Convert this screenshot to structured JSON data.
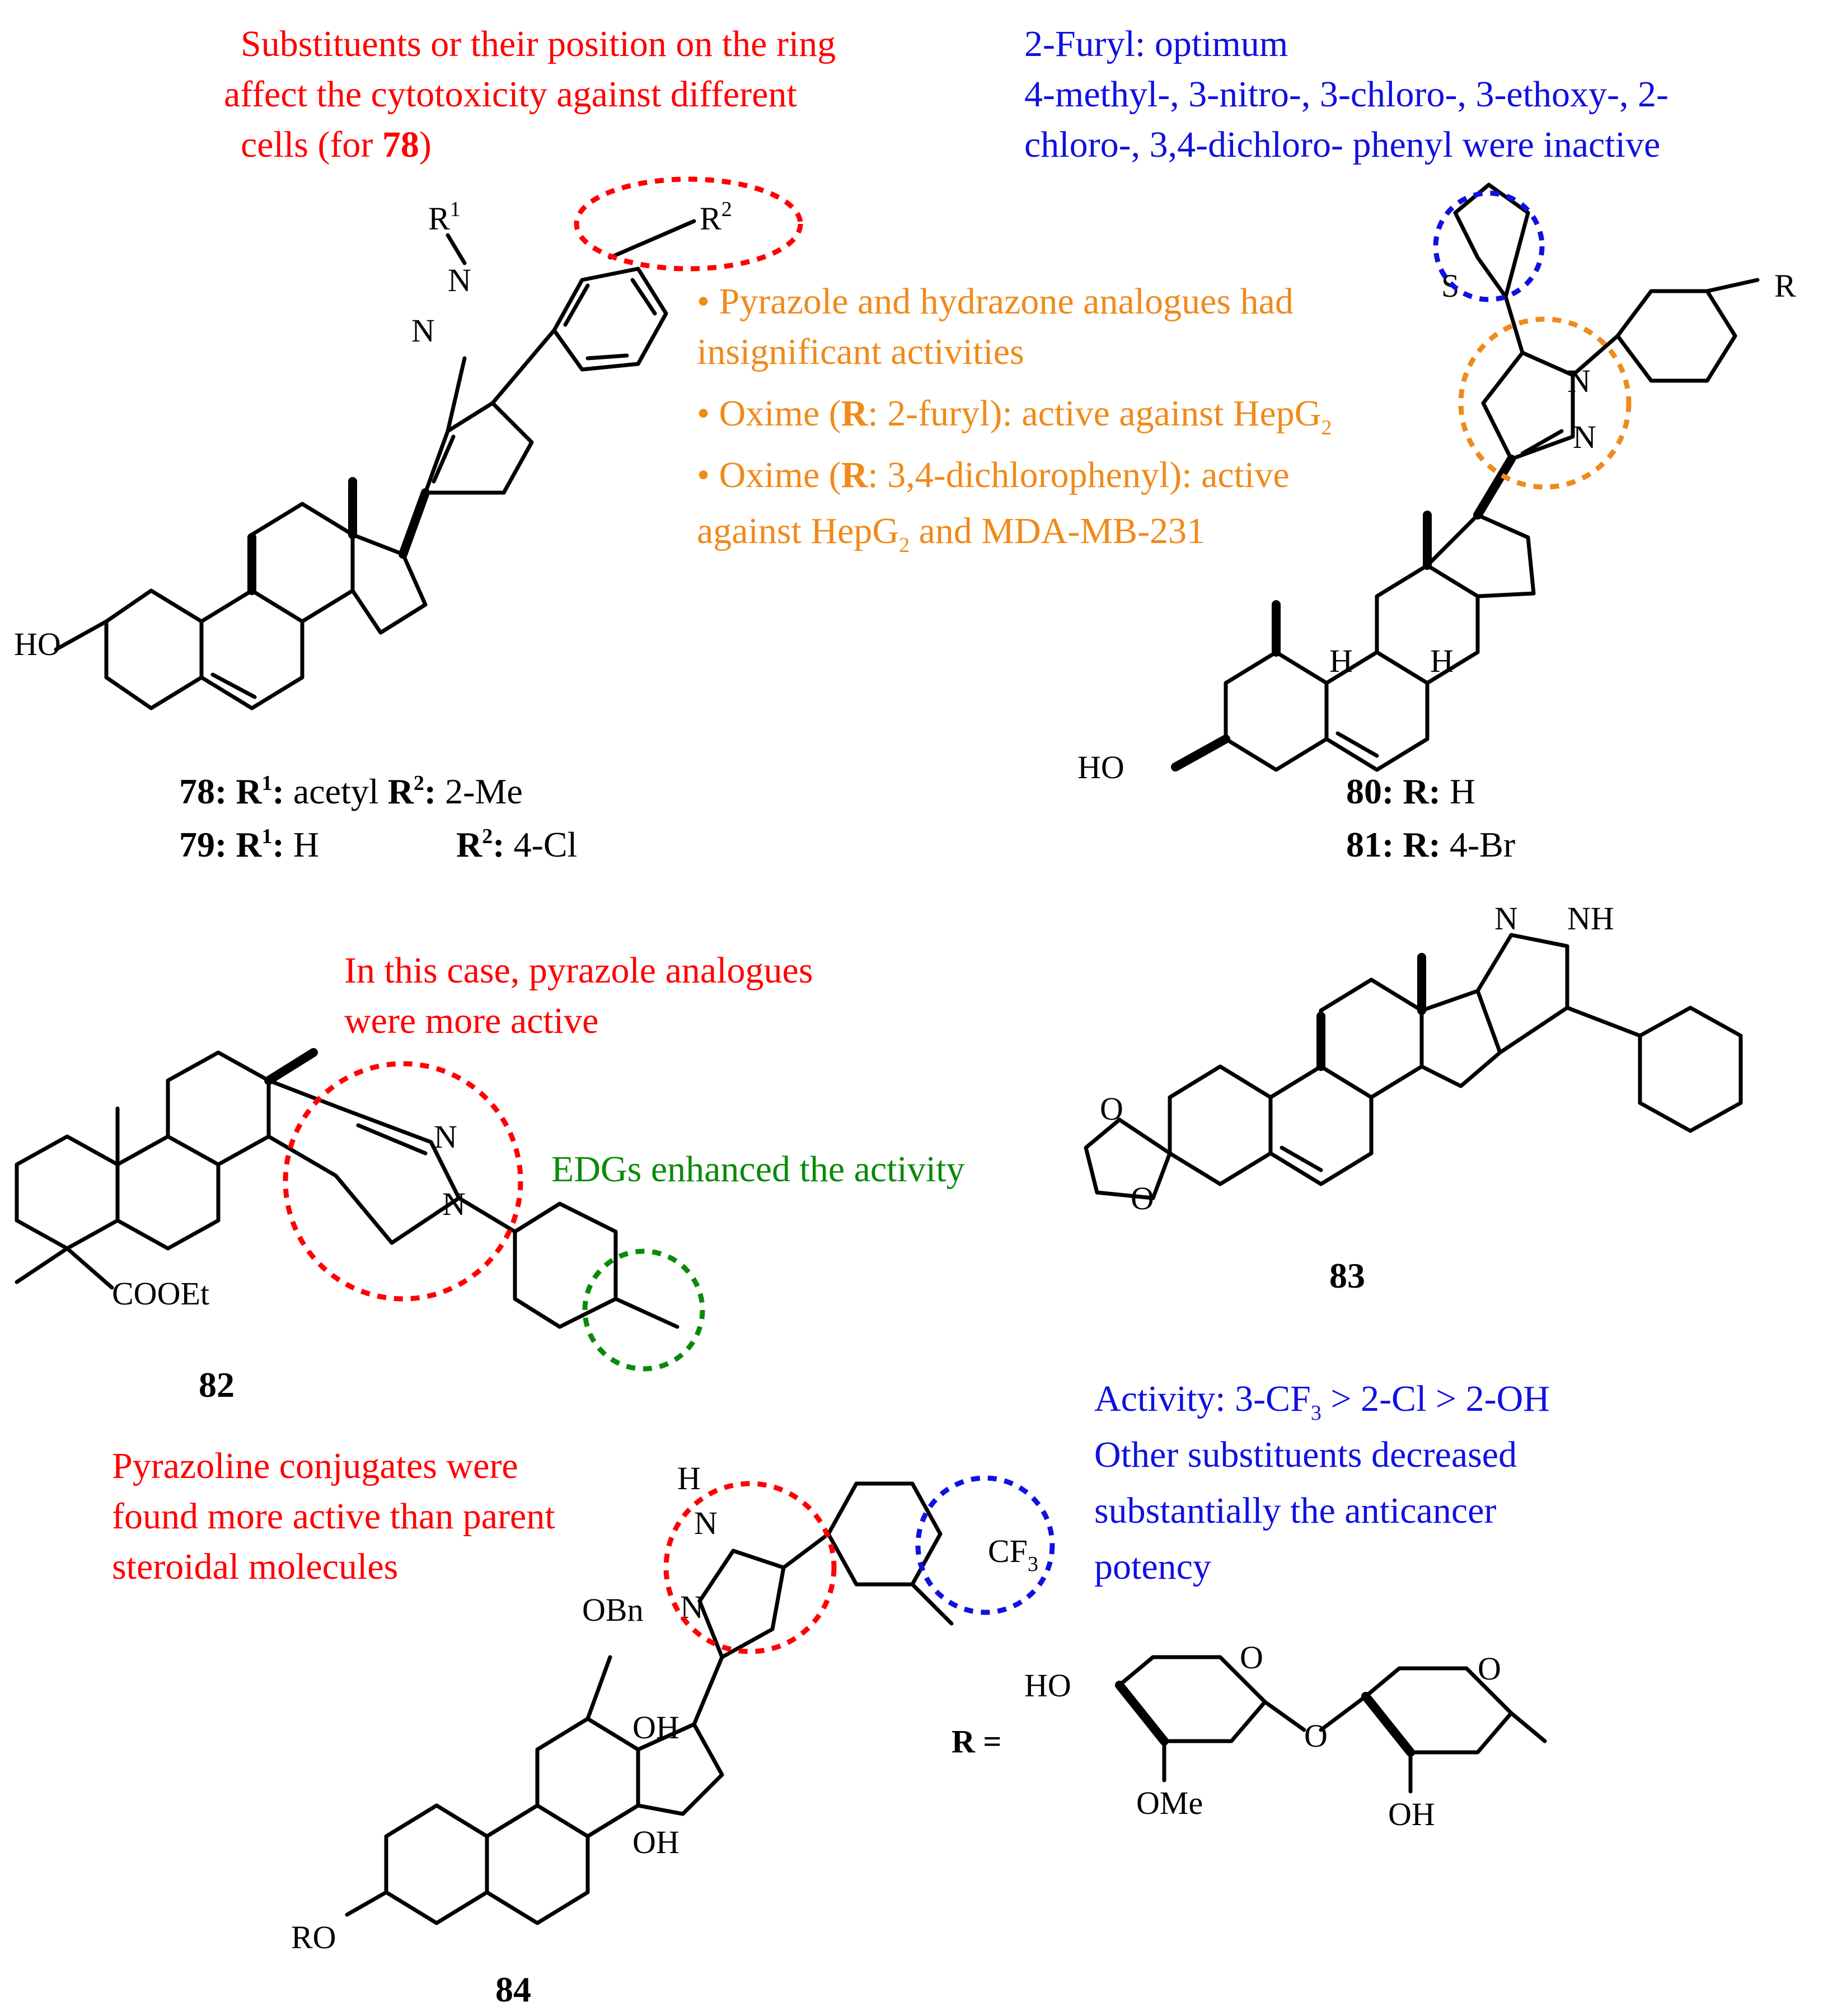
{
  "compounds": {
    "c78": {
      "id": "78",
      "r1_label": "R",
      "r1_val": "acetyl",
      "r2_label": "R",
      "r2_val": "2-Me"
    },
    "c79": {
      "id": "79",
      "r1_label": "R",
      "r1_val": "H",
      "r2_label": "R",
      "r2_val": "4-Cl"
    },
    "c80": {
      "id": "80",
      "r_label": "R:",
      "r_val": "H"
    },
    "c81": {
      "id": "81",
      "r_label": "R:",
      "r_val": "4-Br"
    },
    "c82": {
      "id": "82"
    },
    "c83": {
      "id": "83"
    },
    "c84": {
      "id": "84"
    }
  },
  "notes": {
    "substituents": [
      "Substituents or their position on the ring",
      "affect the cytotoxicity against different",
      "cells (for "
    ],
    "substituents_ref": "78",
    "furyl": [
      "2-Furyl: optimum",
      "4-methyl-, 3-nitro-, 3-chloro-, 3-ethoxy-, 2-",
      "chloro-, 3,4-dichloro- phenyl were inactive"
    ],
    "pyrazole_hydrazone": [
      "• Pyrazole and hydrazone analogues had",
      "insignificant activities"
    ],
    "oxime1": "• Oxime (",
    "oxime1_r": "R",
    "oxime1_rest": ": 2-furyl): active against HepG",
    "oxime2": "• Oxime (",
    "oxime2_r": "R",
    "oxime2_rest": ": 3,4-dichlorophenyl): active",
    "oxime3": "against HepG",
    "oxime3_rest": " and MDA-MB-231",
    "pyrazole_active": [
      "In this case, pyrazole analogues",
      "were more active"
    ],
    "edgs": "EDGs enhanced the activity",
    "activity": [
      "Activity: 3-CF",
      " > 2-Cl > 2-OH"
    ],
    "other_subs": [
      "Other substituents decreased",
      "substantially the anticancer",
      "potency"
    ],
    "pyrazoline": [
      "Pyrazoline conjugates were",
      "found more active than parent",
      "steroidal molecules"
    ]
  },
  "atoms": {
    "r1": "R",
    "r2": "R",
    "one": "1",
    "two": "2",
    "n": "N",
    "ho": "HO",
    "s": "S",
    "r": "R",
    "h": "H",
    "nh": "NH",
    "o": "O",
    "cooet": "COOEt",
    "obn": "OBn",
    "oh": "OH",
    "ro": "RO",
    "cf3": "CF",
    "three": "3",
    "ome": "OMe",
    "r_eq": "R ="
  },
  "colors": {
    "red": "#ff0000",
    "blue": "#1010e0",
    "orange": "#f08a1a",
    "green": "#0a8a0a"
  }
}
